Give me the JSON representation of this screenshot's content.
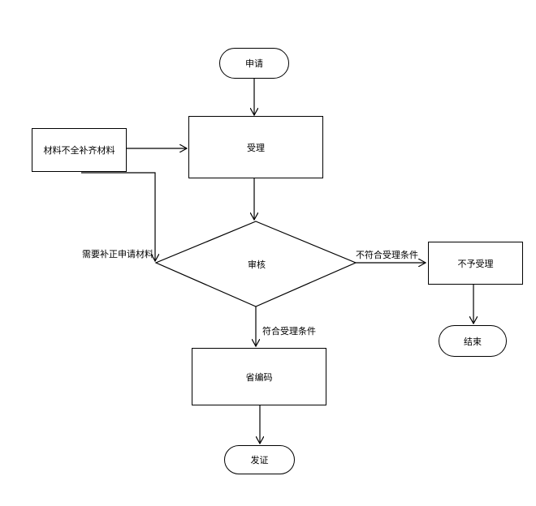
{
  "nodes": {
    "apply": "申请",
    "accept": "受理",
    "supplement": "材料不全补齐材料",
    "review": "审核",
    "reject": "不予受理",
    "end": "结束",
    "encode": "省编码",
    "issue": "发证"
  },
  "edges": {
    "need_supplement": "需要补正申请材料",
    "not_meet": "不符合受理条件",
    "meet": "符合受理条件"
  }
}
